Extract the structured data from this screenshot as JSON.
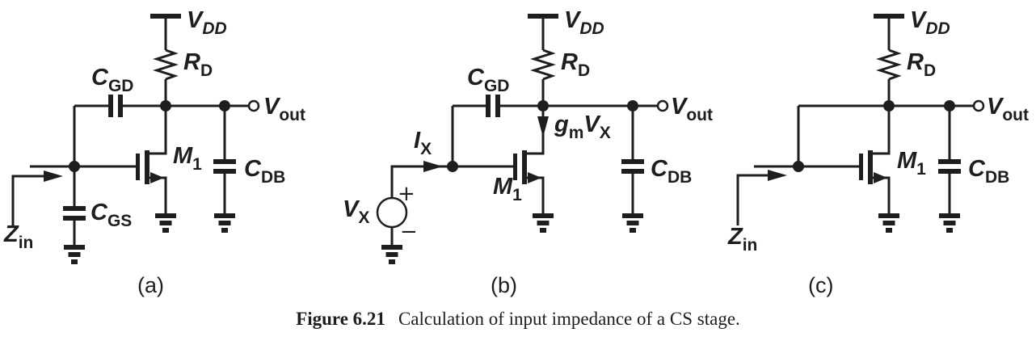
{
  "colors": {
    "ink": "#1f1d1d",
    "background": "#ffffff"
  },
  "caption": {
    "label": "Figure 6.21",
    "text": "Calculation of input impedance of a CS stage."
  },
  "panels": [
    {
      "tag": "(a)",
      "labels": {
        "vdd": {
          "main": "V",
          "sub": "DD"
        },
        "rd": {
          "main": "R",
          "sub": "D"
        },
        "cgd": {
          "main": "C",
          "sub": "GD"
        },
        "vout": {
          "main": "V",
          "sub": "out"
        },
        "m1": {
          "main": "M",
          "sub": "1"
        },
        "cdb": {
          "main": "C",
          "sub": "DB"
        },
        "cgs": {
          "main": "C",
          "sub": "GS"
        },
        "zin": {
          "main": "Z",
          "sub": "in"
        }
      }
    },
    {
      "tag": "(b)",
      "labels": {
        "vdd": {
          "main": "V",
          "sub": "DD"
        },
        "rd": {
          "main": "R",
          "sub": "D"
        },
        "cgd": {
          "main": "C",
          "sub": "GD"
        },
        "vout": {
          "main": "V",
          "sub": "out"
        },
        "m1": {
          "main": "M",
          "sub": "1"
        },
        "cdb": {
          "main": "C",
          "sub": "DB"
        },
        "ix": {
          "main": "I",
          "sub": "X"
        },
        "vx": {
          "main": "V",
          "sub": "X"
        },
        "gm": {
          "main": "g",
          "sub": "m"
        },
        "gmv": {
          "main": "V",
          "sub": "X"
        },
        "plus": "+",
        "minus": "−"
      }
    },
    {
      "tag": "(c)",
      "labels": {
        "vdd": {
          "main": "V",
          "sub": "DD"
        },
        "rd": {
          "main": "R",
          "sub": "D"
        },
        "vout": {
          "main": "V",
          "sub": "out"
        },
        "m1": {
          "main": "M",
          "sub": "1"
        },
        "cdb": {
          "main": "C",
          "sub": "DB"
        },
        "zin": {
          "main": "Z",
          "sub": "in"
        }
      }
    }
  ]
}
